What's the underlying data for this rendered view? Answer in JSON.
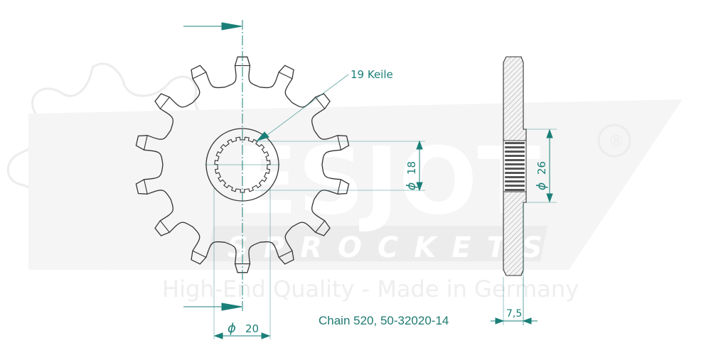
{
  "drawing": {
    "title": "Sprocket technical drawing",
    "caption": "Chain 520, 50-32020-14",
    "chain": "520",
    "part_number": "50-32020-14",
    "teeth": 14,
    "spline_label": "19 Keile",
    "spline_count": 19,
    "dimensions": {
      "bore_diameter": {
        "symbol": "ϕ",
        "value": "18"
      },
      "flange_diameter": {
        "symbol": "ϕ",
        "value": "26"
      },
      "hub_extent": {
        "symbol": "ϕ",
        "value": "20"
      },
      "thickness": {
        "value": "7,5"
      }
    },
    "colors": {
      "dimension": "#1a7f78",
      "outline": "#333333",
      "watermark": "#f1f1f1"
    }
  },
  "watermark": {
    "brand": "ESJOT",
    "registered": "®",
    "subtitle": "SPROCKETS",
    "tagline": "High-End Quality - Made in Germany"
  }
}
